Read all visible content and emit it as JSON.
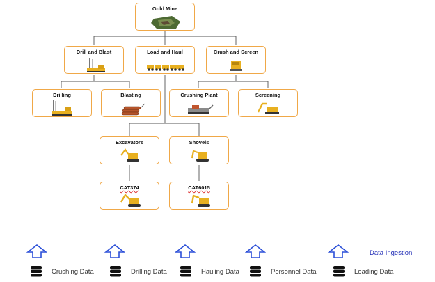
{
  "tree": {
    "root": "Gold Mine",
    "level1": [
      "Drill and Blast",
      "Load and Haul",
      "Crush and Screen"
    ],
    "level2": [
      "Drilling",
      "Blasting",
      "Crushing Plant",
      "Screening"
    ],
    "level3": [
      "Excavators",
      "Shovels"
    ],
    "level4": [
      "CAT374",
      "CAT6015"
    ]
  },
  "ingestion": {
    "label": "Data Ingestion",
    "sources": [
      "Crushing Data",
      "Drilling Data",
      "Hauling Data",
      "Personnel Data",
      "Loading Data"
    ]
  },
  "colors": {
    "node_border": "#f0a848",
    "arrow": "#2b4fd8",
    "ingestion_label": "#1f2bb5",
    "machine": "#e8b020"
  },
  "icons": [
    "mine-site-icon",
    "drill-rig-icon",
    "haul-trucks-icon",
    "crusher-icon",
    "explosives-icon",
    "crushing-plant-icon",
    "screening-machine-icon",
    "excavator-icon",
    "shovel-icon",
    "arrow-up-icon",
    "database-icon"
  ]
}
